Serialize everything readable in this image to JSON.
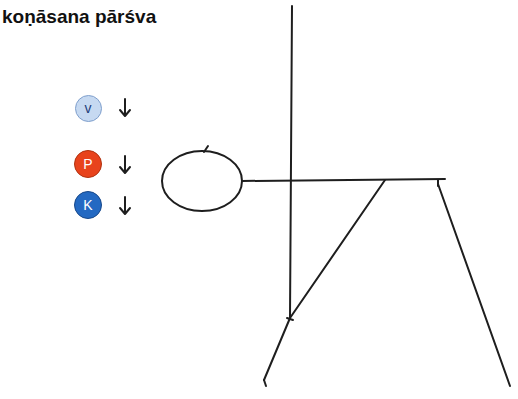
{
  "diagram": {
    "title": "koṇāsana pārśva",
    "nodes": [
      {
        "text": [
          "v"
        ]
      },
      {
        "text": [
          "P"
        ]
      },
      {
        "text": [
          "K"
        ]
      }
    ]
  }
}
